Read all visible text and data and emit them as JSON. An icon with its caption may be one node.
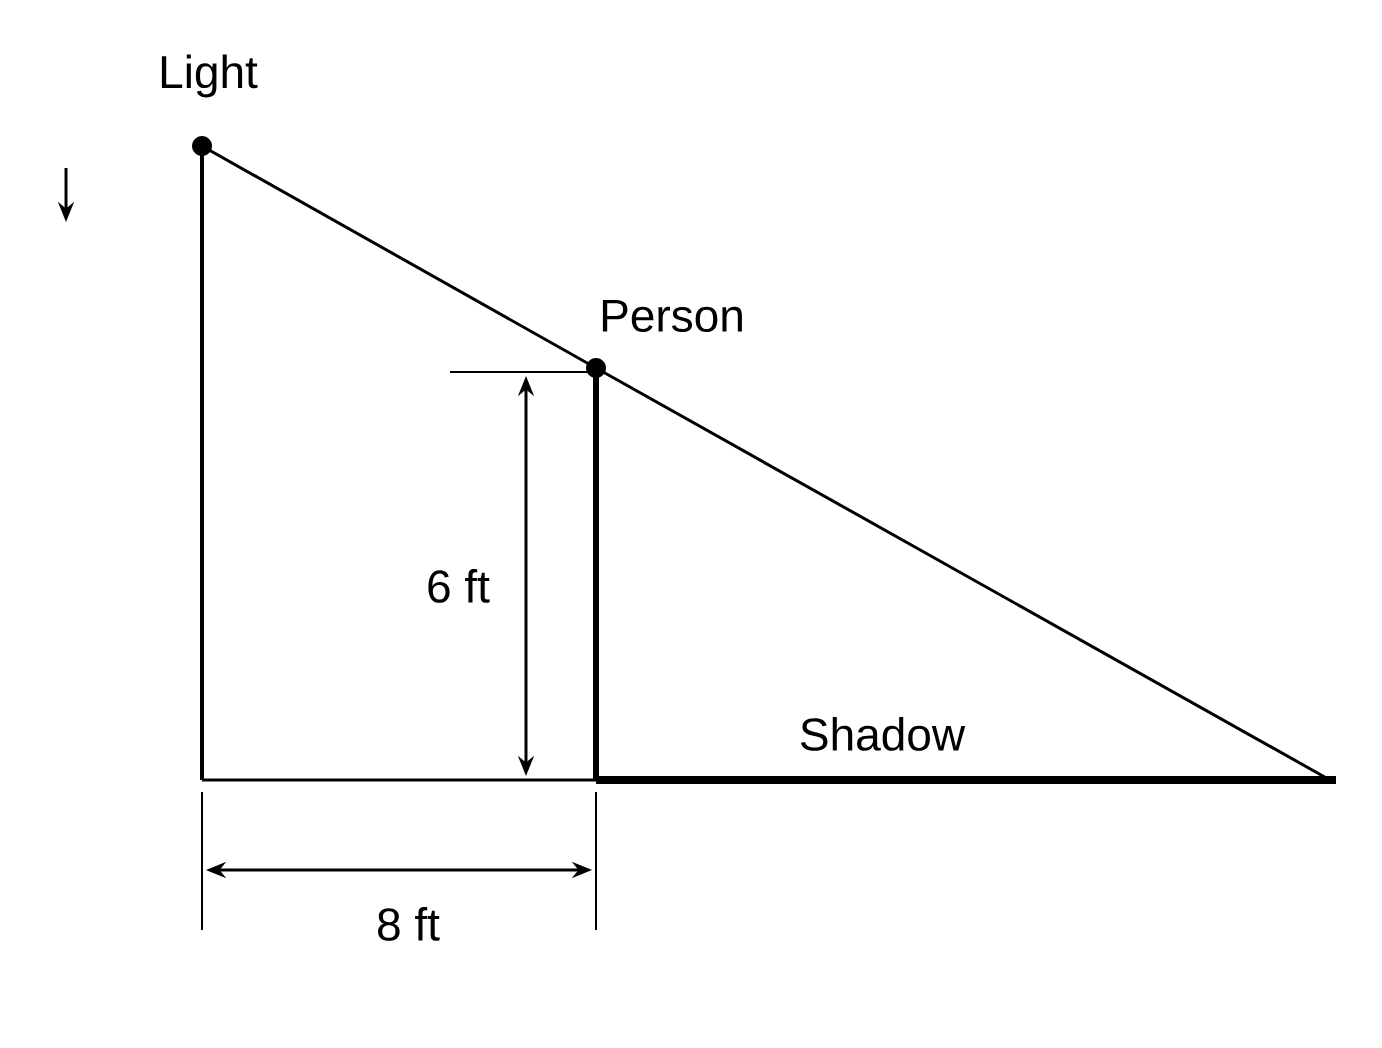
{
  "diagram": {
    "nodes": [
      {
        "text": [
          "Light"
        ]
      },
      {
        "text": [
          "Person"
        ]
      }
    ],
    "edges": [
      {
        "from": 0,
        "to": 1,
        "arrow": "none"
      },
      {
        "from": 1,
        "to": null,
        "arrow": "none"
      }
    ],
    "labels": [
      "6 ft",
      "Shadow",
      "8 ft"
    ]
  }
}
